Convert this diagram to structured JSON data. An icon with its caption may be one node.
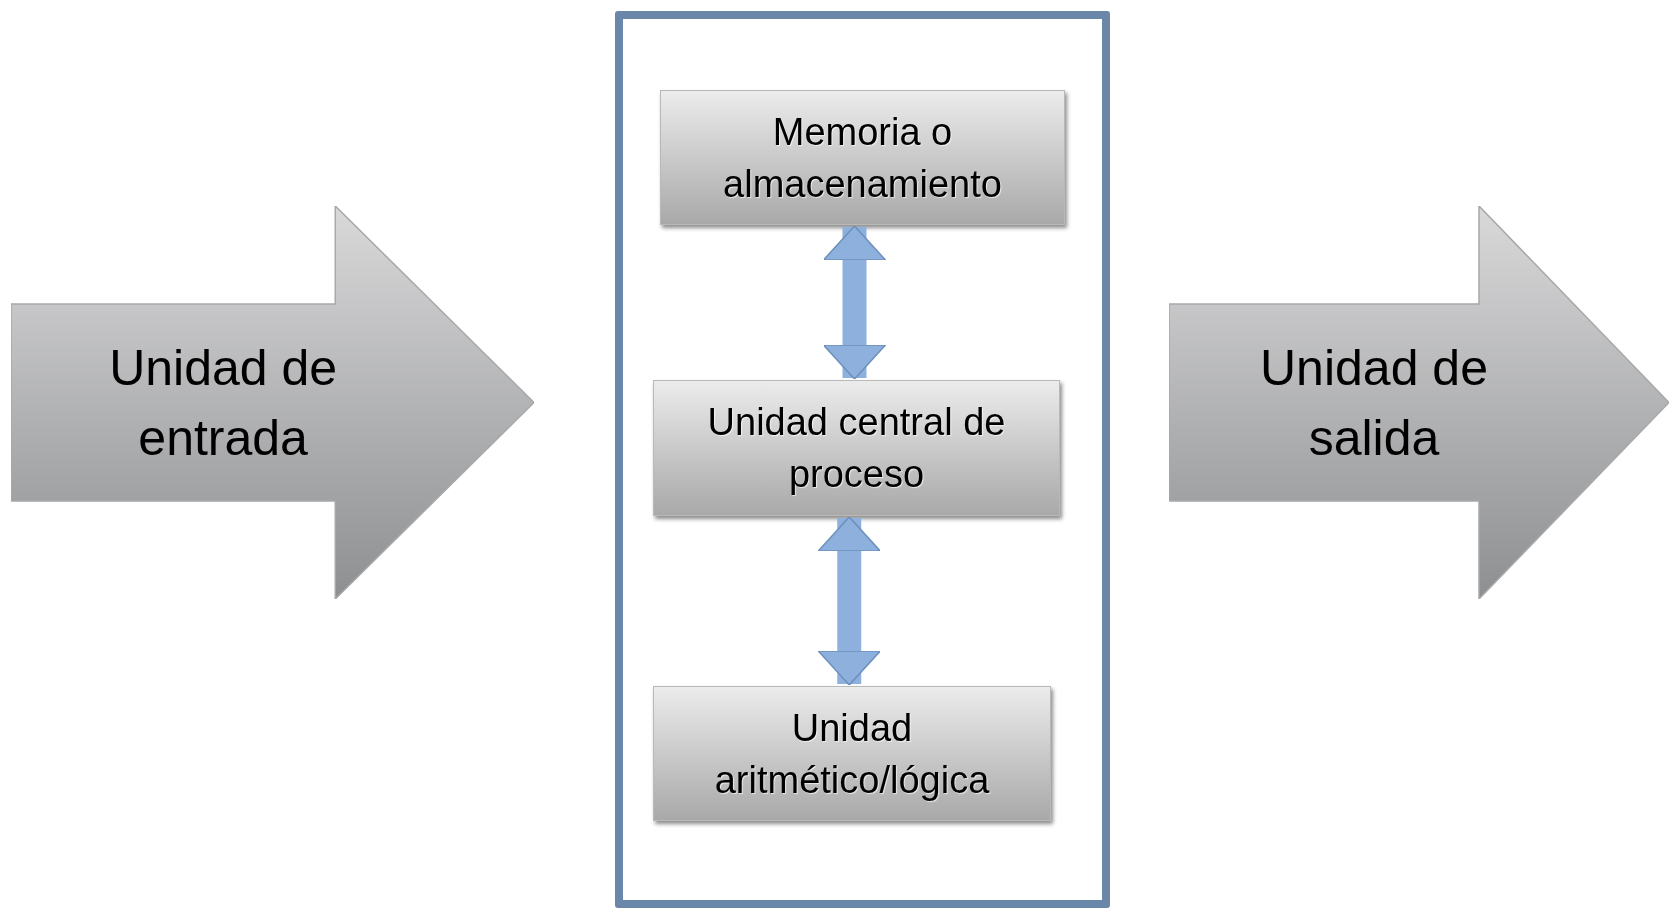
{
  "diagram": {
    "nodes": [
      {
        "text": [
          "Unidad de entrada"
        ]
      },
      {
        "text": [],
        "shape": "box"
      },
      {
        "text": [
          "Memoria o almacenamiento"
        ],
        "in": 1
      },
      {
        "text": [
          "Unidad central de proceso"
        ],
        "in": 1
      },
      {
        "text": [
          "Unidad aritmético/lógica"
        ],
        "in": 1
      },
      {
        "text": [
          "Unidad de salida"
        ]
      }
    ],
    "edges": [
      {
        "from": 2,
        "to": 3,
        "arrow": "both"
      },
      {
        "from": 3,
        "to": 4,
        "arrow": "both"
      }
    ]
  }
}
